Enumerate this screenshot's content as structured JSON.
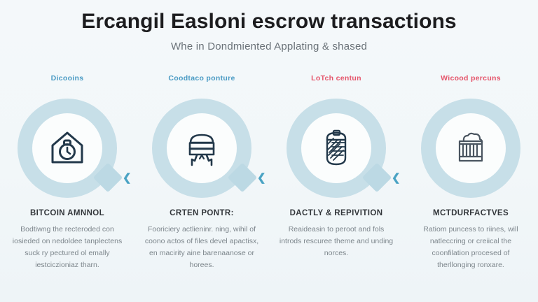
{
  "header": {
    "title": "Ercangil Easloni escrow transactions",
    "subtitle": "Whe in Dondmiented Applating & shased"
  },
  "colors": {
    "background": "#f4f8f9",
    "ring": "#c3dce6",
    "inner_circle": "#fbfdfd",
    "icon_stroke": "#22384a",
    "tag_blue": "#4a9bc4",
    "tag_red": "#e5556b",
    "title": "#1c1c1e",
    "subtitle": "#6a7278",
    "heading": "#32363a",
    "body": "#7d868c",
    "connector_diamond": "#bcd9e4",
    "connector_chevron": "#4aa3c4"
  },
  "steps": [
    {
      "tag": "Dicooins",
      "tag_color": "blue",
      "icon": "house-lock-icon",
      "heading": "BITCOIN AMNNOL",
      "body": "Bodtiwng the recteroded con iosieded on nedoldee tanplectens suck ry pectured ol emally iestciczioniaz tharn.",
      "connector": "chevron-left-icon"
    },
    {
      "tag": "Coodtaco ponture",
      "tag_color": "blue",
      "icon": "stacked-coins-hands-icon",
      "heading": "CRTEN PONTR:",
      "body": "Fooriciery actlieninr. ning, wihil of coono actos of files devel apactisx, en macirity aine barenaanose or horees.",
      "connector": "chevron-left-icon"
    },
    {
      "tag": "LoTch centun",
      "tag_color": "red",
      "icon": "document-scroll-icon",
      "heading": "DACTLY & REPIVITION",
      "body": "Reaideasin to peroot and fols introds rescuree theme and unding norces.",
      "connector": "chevron-left-icon"
    },
    {
      "tag": "Wicood percuns",
      "tag_color": "red",
      "icon": "bank-building-icon",
      "heading": "MCTDURFACTVES",
      "body": "Ratiom puncess to riines, will natleccring or creiical the coonfilation procesed of therllonging ronxare.",
      "connector": null
    }
  ]
}
